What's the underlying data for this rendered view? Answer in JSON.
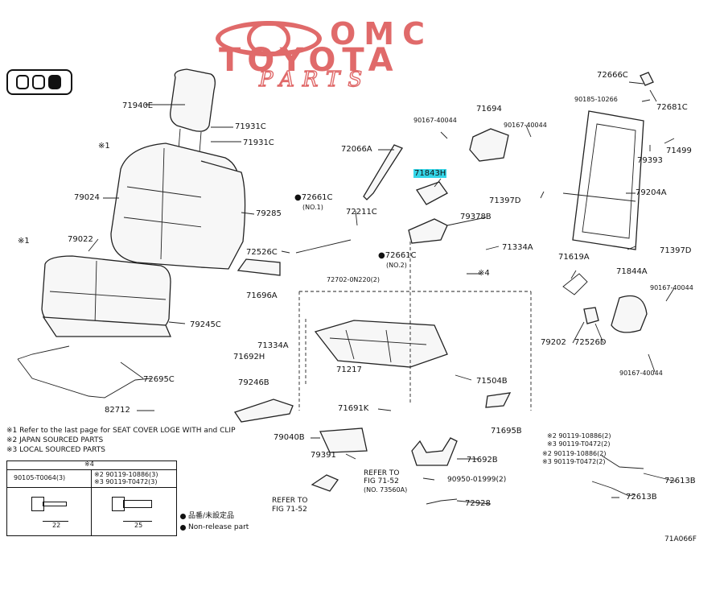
{
  "logo": {
    "line1": "OMC",
    "line2": "TOYOTA",
    "line3": "PARTS",
    "color": "#e06a6a"
  },
  "highlight_color": "#35d6e8",
  "callouts": [
    {
      "id": "c-71940e",
      "text": "71940E"
    },
    {
      "id": "c-71931c-a",
      "text": "71931C"
    },
    {
      "id": "c-71931c-b",
      "text": "71931C"
    },
    {
      "id": "c-note1a",
      "text": "※1"
    },
    {
      "id": "c-79024",
      "text": "79024"
    },
    {
      "id": "c-79285",
      "text": "79285"
    },
    {
      "id": "c-note1b",
      "text": "※1"
    },
    {
      "id": "c-79022",
      "text": "79022"
    },
    {
      "id": "c-79245c",
      "text": "79245C"
    },
    {
      "id": "c-72695c",
      "text": "72695C"
    },
    {
      "id": "c-82712",
      "text": "82712"
    },
    {
      "id": "c-72066a",
      "text": "72066A"
    },
    {
      "id": "c-72661c-a",
      "text": "●72661C"
    },
    {
      "id": "c-no1",
      "text": "(NO.1)"
    },
    {
      "id": "c-72211c",
      "text": "72211C"
    },
    {
      "id": "c-72526c",
      "text": "72526C"
    },
    {
      "id": "c-72661c-b",
      "text": "●72661C"
    },
    {
      "id": "c-no2",
      "text": "(NO.2)"
    },
    {
      "id": "c-72702",
      "text": "72702-0N220(2)"
    },
    {
      "id": "c-71696a",
      "text": "71696A"
    },
    {
      "id": "c-71334a-a",
      "text": "71334A"
    },
    {
      "id": "c-71692h",
      "text": "71692H"
    },
    {
      "id": "c-71217",
      "text": "71217"
    },
    {
      "id": "c-79246b",
      "text": "79246B"
    },
    {
      "id": "c-71691k",
      "text": "71691K"
    },
    {
      "id": "c-79040b",
      "text": "79040B"
    },
    {
      "id": "c-79391",
      "text": "79391"
    },
    {
      "id": "c-90167-a",
      "text": "90167-40044"
    },
    {
      "id": "c-71694",
      "text": "71694"
    },
    {
      "id": "c-90167-b",
      "text": "90167-40044"
    },
    {
      "id": "c-71843h",
      "text": "71843H",
      "highlight": true
    },
    {
      "id": "c-71397d-a",
      "text": "71397D"
    },
    {
      "id": "c-79378b",
      "text": "79378B"
    },
    {
      "id": "c-71334a-b",
      "text": "71334A"
    },
    {
      "id": "c-note4",
      "text": "※4"
    },
    {
      "id": "c-71504b",
      "text": "71504B"
    },
    {
      "id": "c-71695b",
      "text": "71695B"
    },
    {
      "id": "c-71692b",
      "text": "71692B"
    },
    {
      "id": "c-90950",
      "text": "90950-01999(2)"
    },
    {
      "id": "c-72928",
      "text": "72928"
    },
    {
      "id": "c-refer1a",
      "text": "REFER TO"
    },
    {
      "id": "c-refer1b",
      "text": "FIG 71-52"
    },
    {
      "id": "c-refer1c",
      "text": "(NO. 73560A)"
    },
    {
      "id": "c-refer2a",
      "text": "REFER TO"
    },
    {
      "id": "c-refer2b",
      "text": "FIG 71-52"
    },
    {
      "id": "c-72666c",
      "text": "72666C"
    },
    {
      "id": "c-90185",
      "text": "90185-10266"
    },
    {
      "id": "c-72681c",
      "text": "72681C"
    },
    {
      "id": "c-71499",
      "text": "71499"
    },
    {
      "id": "c-79393",
      "text": "79393"
    },
    {
      "id": "c-79204a",
      "text": "79204A"
    },
    {
      "id": "c-71397d-b",
      "text": "71397D"
    },
    {
      "id": "c-71619a",
      "text": "71619A"
    },
    {
      "id": "c-71844a",
      "text": "71844A"
    },
    {
      "id": "c-90167-c",
      "text": "90167-40044"
    },
    {
      "id": "c-79202",
      "text": "79202"
    },
    {
      "id": "c-72526d",
      "text": "72526D"
    },
    {
      "id": "c-90167-d",
      "text": "90167-40044"
    },
    {
      "id": "c-90119-a",
      "text": "※2 90119-10886(2)"
    },
    {
      "id": "c-90119-b",
      "text": "※3 90119-T0472(2)"
    },
    {
      "id": "c-90119-c",
      "text": "※2 90119-10886(2)"
    },
    {
      "id": "c-90119-d",
      "text": "※3 90119-T0472(2)"
    },
    {
      "id": "c-72613b-a",
      "text": "72613B"
    },
    {
      "id": "c-72613b-b",
      "text": "72613B"
    },
    {
      "id": "c-ref-code",
      "text": "71A066F"
    }
  ],
  "footnotes": [
    "※1 Refer to the last page for SEAT COVER LOGE WITH and CLIP",
    "※2 JAPAN SOURCED PARTS",
    "※3 LOCAL SOURCED PARTS"
  ],
  "table": {
    "header": "※4",
    "left_code": "90105-T0064(3)",
    "right_code_1": "※2 90119-10886(3)",
    "right_code_2": "※3 90119-T0472(3)",
    "left_dim": "22",
    "right_dim": "25"
  },
  "legend": {
    "item1": "品番/未設定品",
    "item2": "Non-release part"
  }
}
